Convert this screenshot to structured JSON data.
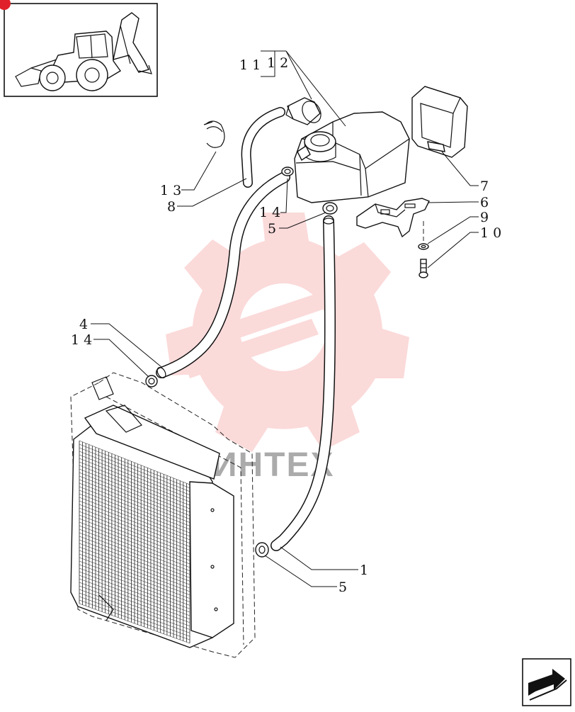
{
  "watermark": {
    "text": "ИНТЕХ",
    "color": "#f05a5a"
  },
  "accent_color": "#e0202a",
  "thumbnail": {
    "name": "backhoe-loader-thumbnail"
  },
  "nav_icon": {
    "name": "arrow-next-page-icon"
  },
  "callouts": [
    {
      "id": "11",
      "text": "1 1"
    },
    {
      "id": "12",
      "text": "1 2"
    },
    {
      "id": "13",
      "text": "1 3"
    },
    {
      "id": "8",
      "text": "8"
    },
    {
      "id": "14a",
      "text": "1 4"
    },
    {
      "id": "5a",
      "text": "5"
    },
    {
      "id": "7",
      "text": "7"
    },
    {
      "id": "6",
      "text": "6"
    },
    {
      "id": "9",
      "text": "9"
    },
    {
      "id": "10",
      "text": "1 0"
    },
    {
      "id": "4",
      "text": "4"
    },
    {
      "id": "14b",
      "text": "1 4"
    },
    {
      "id": "1",
      "text": "1"
    },
    {
      "id": "5b",
      "text": "5"
    }
  ]
}
